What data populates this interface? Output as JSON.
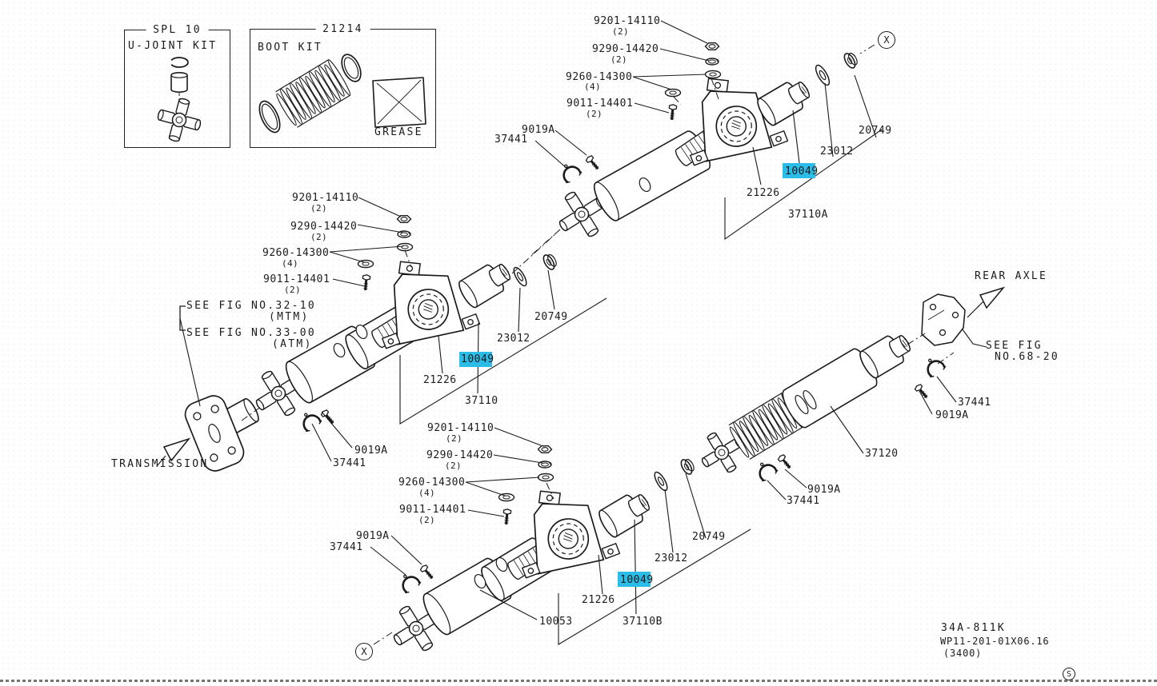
{
  "doc": {
    "fig_code": "34A-811K",
    "sheet_no": "WP11-201-01X06.16",
    "variant": "(3400)",
    "stamp": "S"
  },
  "kits": {
    "ujoint_kit": {
      "code": "SPL 10",
      "name": "U-JOINT KIT"
    },
    "boot_kit": {
      "code": "21214",
      "name": "BOOT KIT",
      "grease_label": "GREASE"
    }
  },
  "markers": {
    "x_ref": "X"
  },
  "colors": {
    "highlight": "#2bbce8",
    "ink": "#1b1b1b",
    "paper": "#ffffff"
  },
  "labels": {
    "nut_9201": "9201-14110",
    "washer_9290": "9290-14420",
    "washer_9260": "9260-14300",
    "bolt_9011": "9011-14401",
    "qty_2": "(2)",
    "qty_4": "(4)",
    "bolt_9019a": "9019A",
    "clamp_37441": "37441",
    "nut_20749": "20749",
    "washer_23012": "23012",
    "bearing_10049": "10049",
    "yoke_21226": "21226",
    "shaft_37110": "37110",
    "shaft_37110a": "37110A",
    "shaft_37110b": "37110B",
    "shaft_10053": "10053",
    "shaft_37120": "37120",
    "rear_axle": "REAR AXLE",
    "transmission": "TRANSMISSION",
    "see_fig_32_10": "SEE FIG NO.32-10",
    "mtm": "(MTM)",
    "see_fig_33_00": "SEE FIG NO.33-00",
    "atm": "(ATM)",
    "see_fig": "SEE FIG",
    "fig_68_20": "NO.68-20"
  }
}
